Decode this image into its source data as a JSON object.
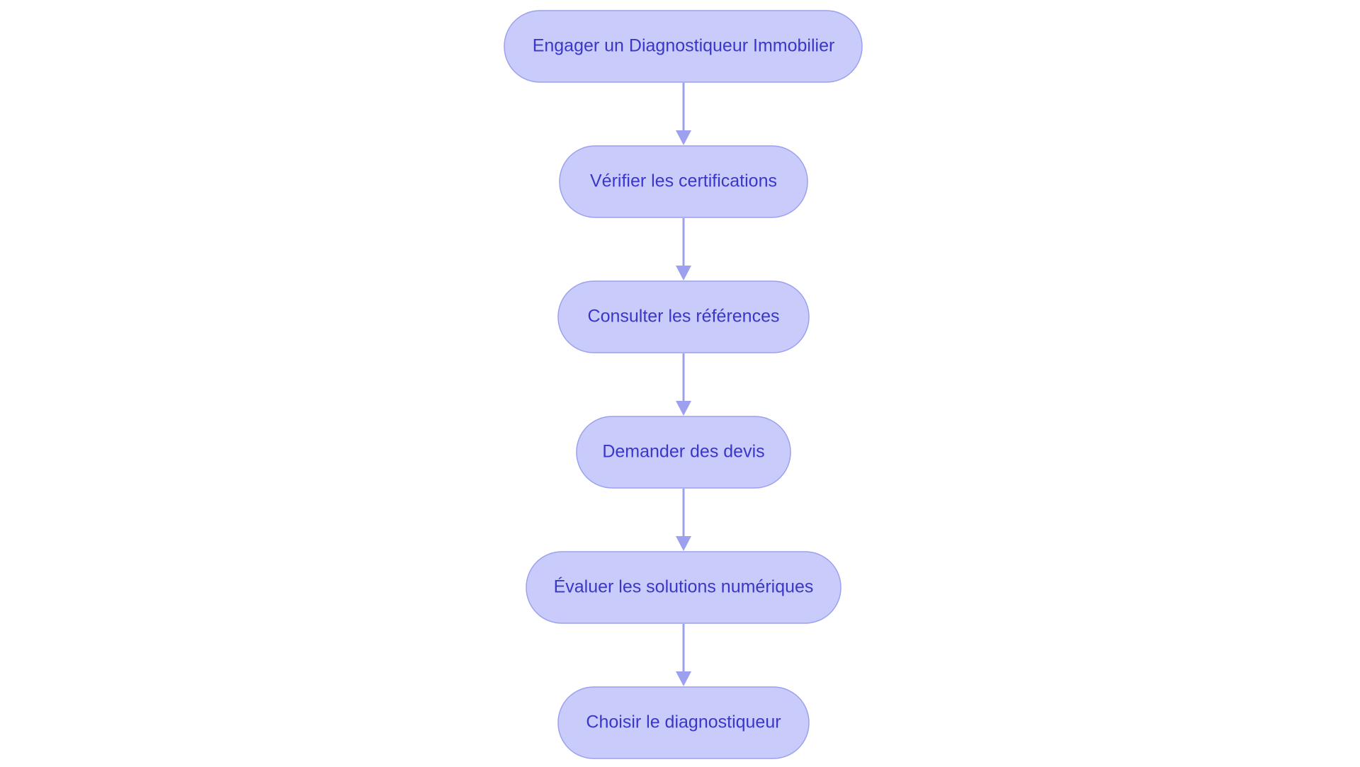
{
  "diagram": {
    "type": "flowchart",
    "direction": "top-to-bottom",
    "colors": {
      "node_fill": "#c9ccfb",
      "node_stroke": "#9ca0ee",
      "node_text": "#3a36c8",
      "edge": "#9ca0ee",
      "background": "#ffffff"
    },
    "nodes": [
      {
        "id": "n1",
        "label": "Engager un Diagnostiqueur Immobilier"
      },
      {
        "id": "n2",
        "label": "Vérifier les certifications"
      },
      {
        "id": "n3",
        "label": "Consulter les références"
      },
      {
        "id": "n4",
        "label": "Demander des devis"
      },
      {
        "id": "n5",
        "label": "Évaluer les solutions numériques"
      },
      {
        "id": "n6",
        "label": "Choisir le diagnostiqueur"
      }
    ],
    "edges": [
      {
        "from": "n1",
        "to": "n2"
      },
      {
        "from": "n2",
        "to": "n3"
      },
      {
        "from": "n3",
        "to": "n4"
      },
      {
        "from": "n4",
        "to": "n5"
      },
      {
        "from": "n5",
        "to": "n6"
      }
    ]
  }
}
